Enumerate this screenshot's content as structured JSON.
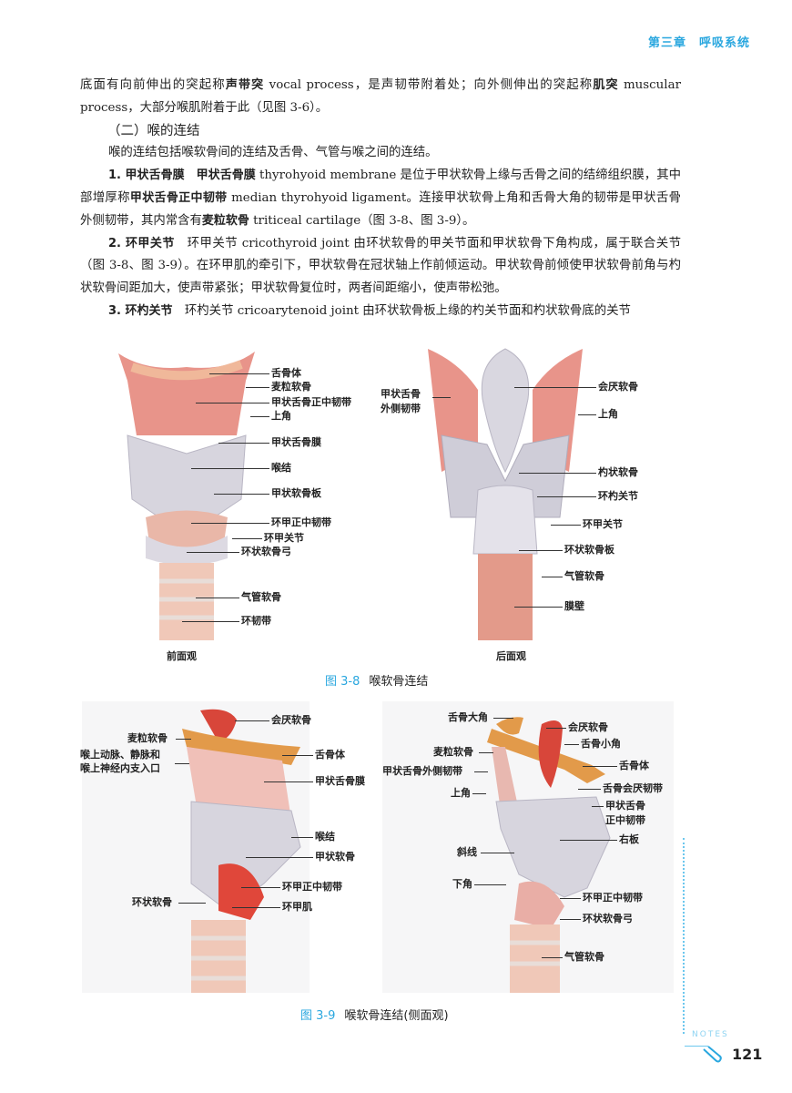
{
  "header": {
    "chapter": "第三章　呼吸系统"
  },
  "paragraphs": [
    {
      "segments": [
        {
          "t": "底面有向前伸出的突起称"
        },
        {
          "t": "声带突",
          "b": true
        },
        {
          "t": " vocal process，是声韧带附着处；向外侧伸出的突起称"
        },
        {
          "t": "肌突",
          "b": true
        },
        {
          "t": " muscular process，大部分喉肌附着于此（见图 3-6）。"
        }
      ]
    },
    {
      "heading": "（二）喉的连结"
    },
    {
      "segments": [
        {
          "t": "喉的连结包括喉软骨间的连结及舌骨、气管与喉之间的连结。"
        }
      ]
    },
    {
      "segments": [
        {
          "t": "1. 甲状舌骨膜　甲状舌骨膜",
          "b": true
        },
        {
          "t": " thyrohyoid membrane 是位于甲状软骨上缘与舌骨之间的结缔组织膜，其中部增厚称"
        },
        {
          "t": "甲状舌骨正中韧带",
          "b": true
        },
        {
          "t": " median thyrohyoid ligament。连接甲状软骨上角和舌骨大角的韧带是甲状舌骨外侧韧带，其内常含有"
        },
        {
          "t": "麦粒软骨",
          "b": true
        },
        {
          "t": " triticeal cartilage（图 3-8、图 3-9）。"
        }
      ]
    },
    {
      "segments": [
        {
          "t": "2. 环甲关节",
          "b": true
        },
        {
          "t": "　环甲关节 cricothyroid joint 由环状软骨的甲关节面和甲状软骨下角构成，属于联合关节（图 3-8、图 3-9）。在环甲肌的牵引下，甲状软骨在冠状轴上作前倾运动。甲状软骨前倾使甲状软骨前角与杓状软骨间距加大，使声带紧张；甲状软骨复位时，两者间距缩小，使声带松弛。"
        }
      ]
    },
    {
      "segments": [
        {
          "t": "3. 环杓关节",
          "b": true
        },
        {
          "t": "　环杓关节 cricoarytenoid joint 由环状软骨板上缘的杓关节面和杓状软骨底的关节"
        }
      ]
    }
  ],
  "fig38": {
    "number": "图 3-8",
    "title": "喉软骨连结",
    "front_view": "前面观",
    "back_view": "后面观",
    "front_labels": [
      "舌骨体",
      "麦粒软骨",
      "甲状舌骨正中韧带",
      "上角",
      "甲状舌骨膜",
      "喉结",
      "甲状软骨板",
      "环甲正中韧带",
      "环甲关节",
      "环状软骨弓",
      "气管软骨",
      "环韧带"
    ],
    "back_labels": [
      "甲状舌骨",
      "外侧韧带",
      "会厌软骨",
      "上角",
      "杓状软骨",
      "环杓关节",
      "环甲关节",
      "环状软骨板",
      "气管软骨",
      "膜壁"
    ]
  },
  "fig39": {
    "number": "图 3-9",
    "title": "喉软骨连结(侧面观)",
    "left_labels": [
      "会厌软骨",
      "麦粒软骨",
      "喉上动脉、静脉和",
      "喉上神经内支入口",
      "舌骨体",
      "甲状舌骨膜",
      "喉结",
      "甲状软骨",
      "环甲正中韧带",
      "环甲肌",
      "环状软骨"
    ],
    "right_labels": [
      "舌骨大角",
      "会厌软骨",
      "舌骨小角",
      "麦粒软骨",
      "舌骨体",
      "甲状舌骨外侧韧带",
      "上角",
      "舌骨会厌韧带",
      "甲状舌骨",
      "正中韧带",
      "右板",
      "斜线",
      "下角",
      "环甲正中韧带",
      "环状软骨弓",
      "气管软骨"
    ]
  },
  "footer": {
    "notes": "NOTES",
    "page": "121"
  }
}
